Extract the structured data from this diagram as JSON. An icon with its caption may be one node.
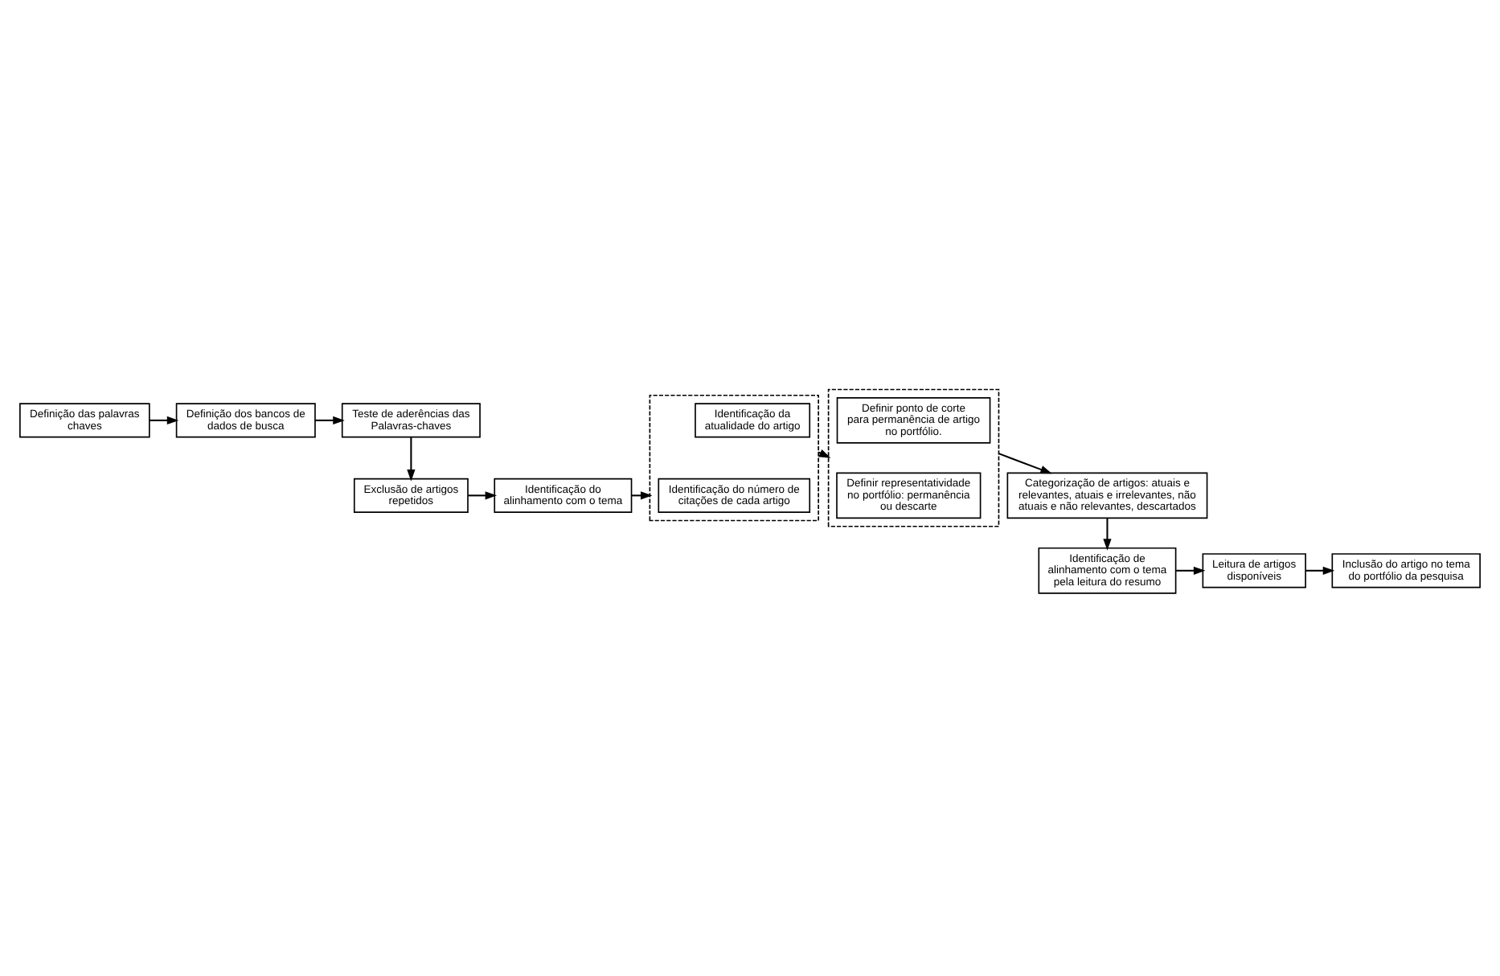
{
  "diagram": {
    "nodes": [
      {
        "text": [
          "Definição das palavras chaves"
        ]
      },
      {
        "text": [
          "Definição dos bancos de dados de busca"
        ]
      },
      {
        "text": [
          "Teste de aderências das Palavras-chaves"
        ]
      },
      {
        "text": [
          "Exclusão de artigos repetidos"
        ]
      },
      {
        "text": [
          "Identificação do alinhamento com o tema"
        ]
      },
      {
        "text": [],
        "shape": "box"
      },
      {
        "text": [
          "Identificação do número de citações de cada artigo"
        ],
        "in": 5
      },
      {
        "text": [
          "Identificação da atualidade do artigo"
        ],
        "in": 5
      },
      {
        "text": [],
        "shape": "box"
      },
      {
        "text": [
          "Definir representatividade no portfólio: permanência ou descarte"
        ],
        "in": 8
      },
      {
        "text": [
          "Definir ponto de corte para permanência de artigo no portfólio."
        ],
        "in": 8
      },
      {
        "text": [
          "Categorização de artigos: atuais e relevantes, atuais e irrelevantes, não atuais e não relevantes, descartados"
        ]
      },
      {
        "text": [
          "Identificação de alinhamento com o tema pela leitura do resumo"
        ]
      },
      {
        "text": [
          "Leitura de artigos disponíveis"
        ]
      },
      {
        "text": [
          "Inclusão do artigo no tema do portfólio da pesquisa"
        ]
      }
    ],
    "edges": [
      {
        "from": 0,
        "to": 1,
        "arrow": "to"
      },
      {
        "from": 1,
        "to": 2,
        "arrow": "to"
      },
      {
        "from": 2,
        "to": 3,
        "arrow": "to"
      },
      {
        "from": 3,
        "to": 4,
        "arrow": "to"
      },
      {
        "from": 4,
        "to": 5,
        "arrow": "to"
      },
      {
        "from": 5,
        "to": 8,
        "arrow": "to"
      },
      {
        "from": 8,
        "to": 11,
        "arrow": "to"
      },
      {
        "from": 11,
        "to": 12,
        "arrow": "to"
      },
      {
        "from": 12,
        "to": 13,
        "arrow": "to"
      },
      {
        "from": 13,
        "to": 14,
        "arrow": "to"
      }
    ]
  }
}
